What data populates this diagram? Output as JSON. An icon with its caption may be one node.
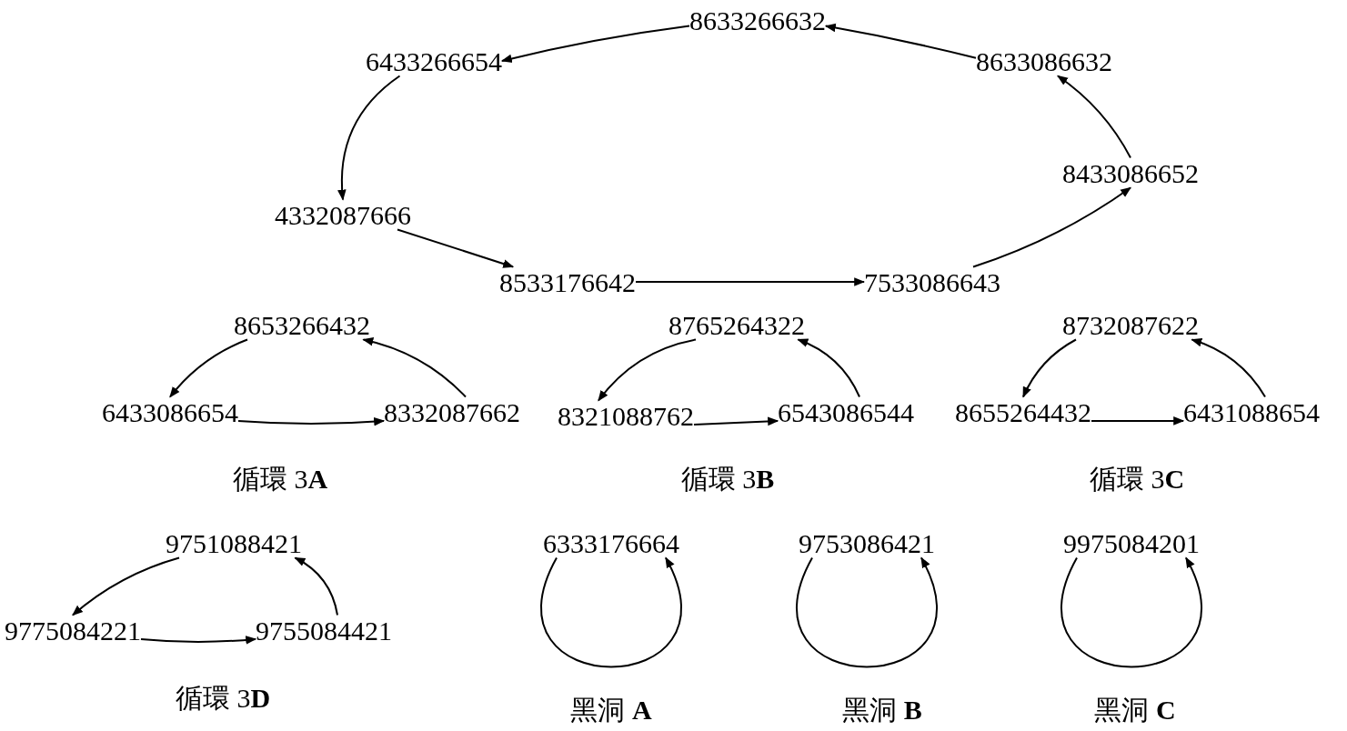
{
  "diagram": {
    "nodes": [
      {
        "text": [
          "8633266632"
        ]
      },
      {
        "text": [
          "6433266654"
        ]
      },
      {
        "text": [
          "4332087666"
        ]
      },
      {
        "text": [
          "8533176642"
        ]
      },
      {
        "text": [
          "7533086643"
        ]
      },
      {
        "text": [
          "8433086652"
        ]
      },
      {
        "text": [
          "8633086632"
        ]
      },
      {
        "text": [
          "8653266432"
        ]
      },
      {
        "text": [
          "6433086654"
        ]
      },
      {
        "text": [
          "8332087662"
        ]
      },
      {
        "text": [
          "8765264322"
        ]
      },
      {
        "text": [
          "8321088762"
        ]
      },
      {
        "text": [
          "6543086544"
        ]
      },
      {
        "text": [
          "8732087622"
        ]
      },
      {
        "text": [
          "8655264432"
        ]
      },
      {
        "text": [
          "6431088654"
        ]
      },
      {
        "text": [
          "9751088421"
        ]
      },
      {
        "text": [
          "9775084221"
        ]
      },
      {
        "text": [
          "9755084421"
        ]
      },
      {
        "text": [
          "6333176664"
        ]
      },
      {
        "text": [
          "9753086421"
        ]
      },
      {
        "text": [
          "9975084201"
        ]
      }
    ],
    "edges": [
      {
        "from": 0,
        "to": 1,
        "arrow": "to"
      },
      {
        "from": 1,
        "to": 2,
        "arrow": "to"
      },
      {
        "from": 2,
        "to": 3,
        "arrow": "to"
      },
      {
        "from": 3,
        "to": 4,
        "arrow": "to"
      },
      {
        "from": 4,
        "to": 5,
        "arrow": "to"
      },
      {
        "from": 5,
        "to": 6,
        "arrow": "to"
      },
      {
        "from": 6,
        "to": 0,
        "arrow": "to"
      },
      {
        "from": 7,
        "to": 8,
        "arrow": "to"
      },
      {
        "from": 8,
        "to": 9,
        "arrow": "to"
      },
      {
        "from": 9,
        "to": 7,
        "arrow": "to"
      },
      {
        "from": 10,
        "to": 11,
        "arrow": "to"
      },
      {
        "from": 11,
        "to": 12,
        "arrow": "to"
      },
      {
        "from": 12,
        "to": 10,
        "arrow": "to"
      },
      {
        "from": 13,
        "to": 14,
        "arrow": "to"
      },
      {
        "from": 14,
        "to": 15,
        "arrow": "to"
      },
      {
        "from": 15,
        "to": 13,
        "arrow": "to"
      },
      {
        "from": 16,
        "to": 17,
        "arrow": "to"
      },
      {
        "from": 17,
        "to": 18,
        "arrow": "to"
      },
      {
        "from": 18,
        "to": 16,
        "arrow": "to"
      },
      {
        "from": 19,
        "to": 19,
        "arrow": "to"
      },
      {
        "from": 20,
        "to": 20,
        "arrow": "to"
      },
      {
        "from": 21,
        "to": 21,
        "arrow": "to"
      }
    ],
    "labels": [
      "循環 3**A**",
      "循環 3**B**",
      "循環 3**C**",
      "循環 3**D**",
      "黑洞 **A**",
      "黑洞 **B**",
      "黑洞 **C**"
    ]
  }
}
